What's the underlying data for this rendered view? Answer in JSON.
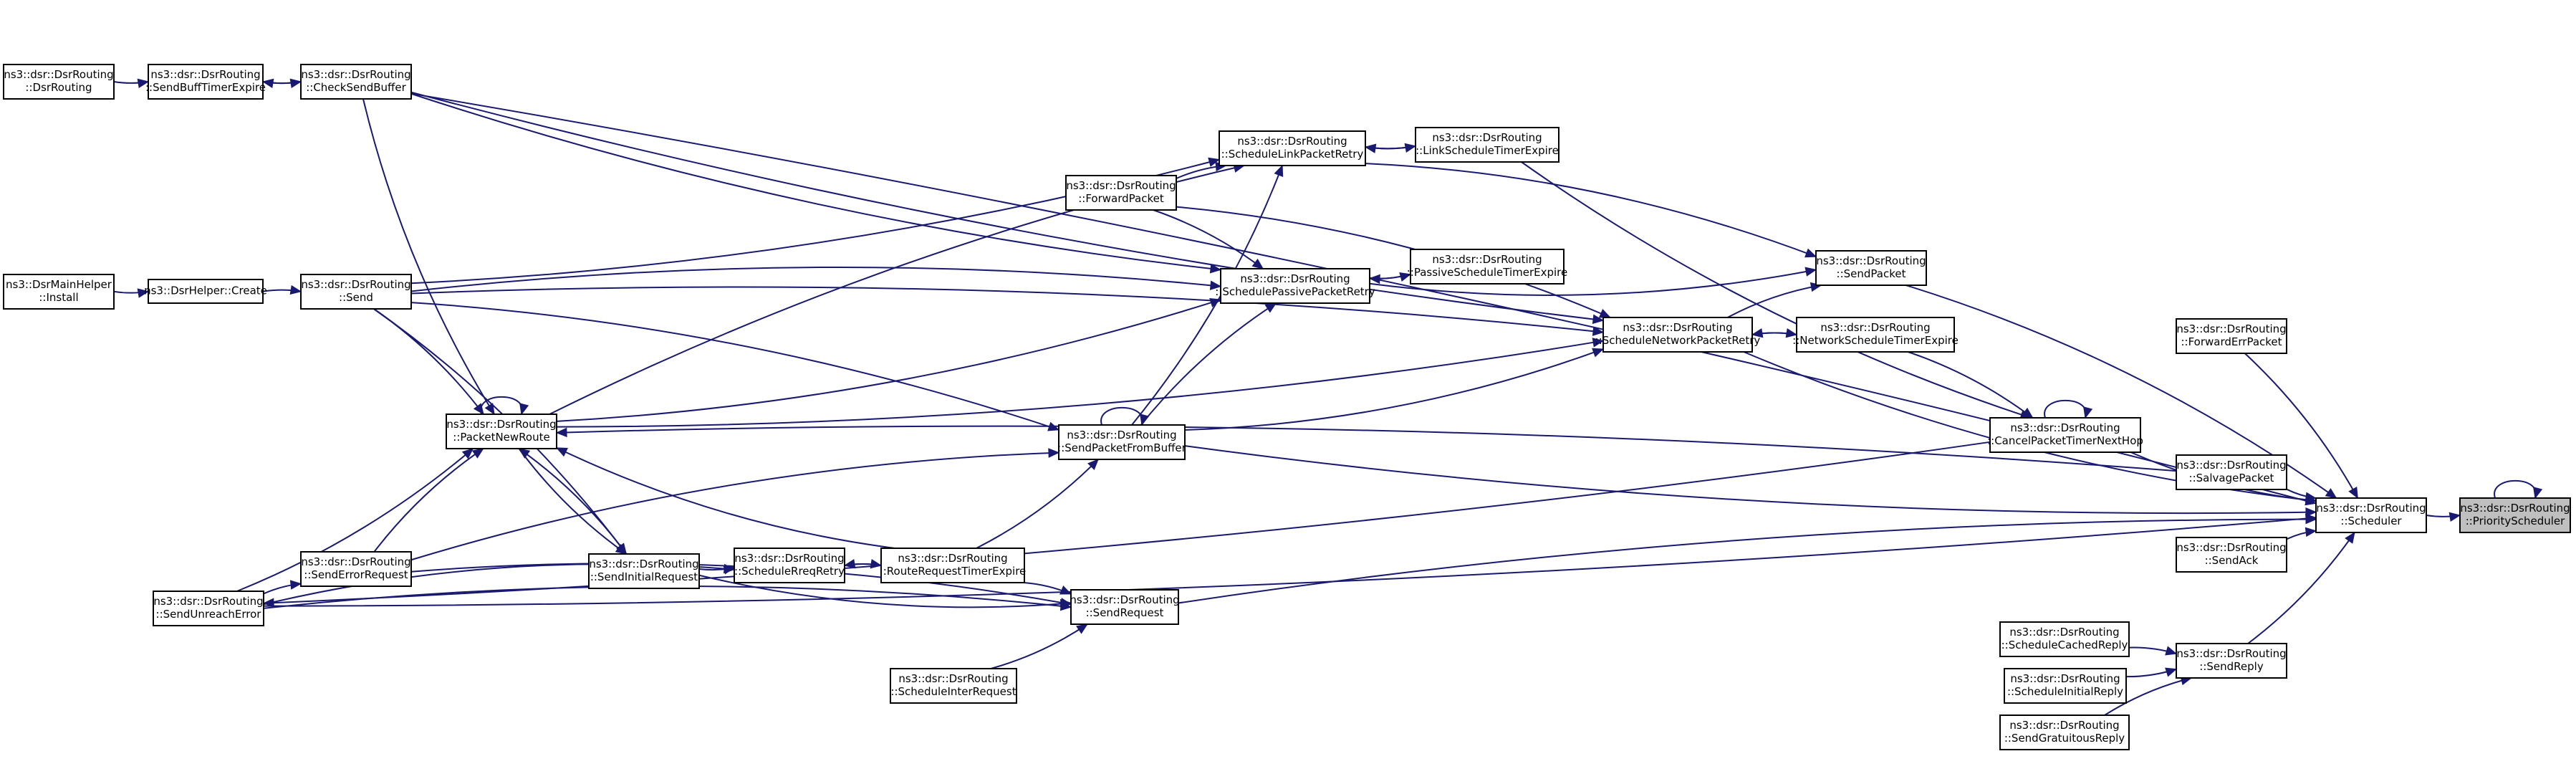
{
  "nodes": {
    "priority_scheduler": [
      "ns3::dsr::DsrRouting",
      "::PriorityScheduler"
    ],
    "scheduler": [
      "ns3::dsr::DsrRouting",
      "::Scheduler"
    ],
    "forward_err_packet": [
      "ns3::dsr::DsrRouting",
      "::ForwardErrPacket"
    ],
    "salvage_packet": [
      "ns3::dsr::DsrRouting",
      "::SalvagePacket"
    ],
    "send_ack": [
      "ns3::dsr::DsrRouting",
      "::SendAck"
    ],
    "send_reply": [
      "ns3::dsr::DsrRouting",
      "::SendReply"
    ],
    "schedule_cached_reply": [
      "ns3::dsr::DsrRouting",
      "::ScheduleCachedReply"
    ],
    "schedule_initial_reply": [
      "ns3::dsr::DsrRouting",
      "::ScheduleInitialReply"
    ],
    "send_gratuitous_reply": [
      "ns3::dsr::DsrRouting",
      "::SendGratuitousReply"
    ],
    "send_packet": [
      "ns3::dsr::DsrRouting",
      "::SendPacket"
    ],
    "cancel_packet_timer_next_hop": [
      "ns3::dsr::DsrRouting",
      "::CancelPacketTimerNextHop"
    ],
    "network_schedule_timer_expire": [
      "ns3::dsr::DsrRouting",
      "::NetworkScheduleTimerExpire"
    ],
    "schedule_network_packet_retry": [
      "ns3::dsr::DsrRouting",
      "::ScheduleNetworkPacketRetry"
    ],
    "link_schedule_timer_expire": [
      "ns3::dsr::DsrRouting",
      "::LinkScheduleTimerExpire"
    ],
    "passive_schedule_timer_expire": [
      "ns3::dsr::DsrRouting",
      "::PassiveScheduleTimerExpire"
    ],
    "schedule_link_packet_retry": [
      "ns3::dsr::DsrRouting",
      "::ScheduleLinkPacketRetry"
    ],
    "schedule_passive_packet_retry": [
      "ns3::dsr::DsrRouting",
      "::SchedulePassivePacketRetry"
    ],
    "forward_packet": [
      "ns3::dsr::DsrRouting",
      "::ForwardPacket"
    ],
    "send_packet_from_buffer": [
      "ns3::dsr::DsrRouting",
      "::SendPacketFromBuffer"
    ],
    "send_request": [
      "ns3::dsr::DsrRouting",
      "::SendRequest"
    ],
    "schedule_inter_request": [
      "ns3::dsr::DsrRouting",
      "::ScheduleInterRequest"
    ],
    "route_request_timer_expire": [
      "ns3::dsr::DsrRouting",
      "::RouteRequestTimerExpire"
    ],
    "schedule_rreq_retry": [
      "ns3::dsr::DsrRouting",
      "::ScheduleRreqRetry"
    ],
    "send_initial_request": [
      "ns3::dsr::DsrRouting",
      "::SendInitialRequest"
    ],
    "packet_new_route": [
      "ns3::dsr::DsrRouting",
      "::PacketNewRoute"
    ],
    "send_error_request": [
      "ns3::dsr::DsrRouting",
      "::SendErrorRequest"
    ],
    "send_unreach_error": [
      "ns3::dsr::DsrRouting",
      "::SendUnreachError"
    ],
    "send": [
      "ns3::dsr::DsrRouting",
      "::Send"
    ],
    "check_send_buffer": [
      "ns3::dsr::DsrRouting",
      "::CheckSendBuffer"
    ],
    "send_buff_timer_expire": [
      "ns3::dsr::DsrRouting",
      "::SendBuffTimerExpire"
    ],
    "dsr_routing_ctor": [
      "ns3::dsr::DsrRouting",
      "::DsrRouting"
    ],
    "dsr_helper_create": [
      "ns3::DsrHelper::Create"
    ],
    "dsr_main_helper_install": [
      "ns3::DsrMainHelper",
      "::Install"
    ]
  },
  "edges": [
    [
      "priority_scheduler",
      "priority_scheduler"
    ],
    [
      "scheduler",
      "priority_scheduler"
    ],
    [
      "forward_err_packet",
      "scheduler"
    ],
    [
      "salvage_packet",
      "scheduler"
    ],
    [
      "send_ack",
      "scheduler"
    ],
    [
      "send_reply",
      "scheduler"
    ],
    [
      "send_packet",
      "scheduler"
    ],
    [
      "cancel_packet_timer_next_hop",
      "scheduler"
    ],
    [
      "check_send_buffer",
      "scheduler"
    ],
    [
      "schedule_network_packet_retry",
      "scheduler"
    ],
    [
      "send_request",
      "scheduler"
    ],
    [
      "send_unreach_error",
      "scheduler"
    ],
    [
      "schedule_cached_reply",
      "send_reply"
    ],
    [
      "schedule_initial_reply",
      "send_reply"
    ],
    [
      "send_gratuitous_reply",
      "send_reply"
    ],
    [
      "cancel_packet_timer_next_hop",
      "cancel_packet_timer_next_hop"
    ],
    [
      "network_schedule_timer_expire",
      "cancel_packet_timer_next_hop"
    ],
    [
      "link_schedule_timer_expire",
      "cancel_packet_timer_next_hop"
    ],
    [
      "schedule_network_packet_retry",
      "send_packet"
    ],
    [
      "schedule_passive_packet_retry",
      "send_packet"
    ],
    [
      "schedule_link_packet_retry",
      "send_packet"
    ],
    [
      "network_schedule_timer_expire",
      "schedule_network_packet_retry"
    ],
    [
      "schedule_network_packet_retry",
      "network_schedule_timer_expire"
    ],
    [
      "send_packet_from_buffer",
      "schedule_network_packet_retry"
    ],
    [
      "send",
      "schedule_network_packet_retry"
    ],
    [
      "packet_new_route",
      "schedule_network_packet_retry"
    ],
    [
      "forward_packet",
      "schedule_network_packet_retry"
    ],
    [
      "check_send_buffer",
      "schedule_network_packet_retry"
    ],
    [
      "link_schedule_timer_expire",
      "schedule_link_packet_retry"
    ],
    [
      "schedule_link_packet_retry",
      "link_schedule_timer_expire"
    ],
    [
      "passive_schedule_timer_expire",
      "schedule_passive_packet_retry"
    ],
    [
      "schedule_passive_packet_retry",
      "passive_schedule_timer_expire"
    ],
    [
      "forward_packet",
      "schedule_passive_packet_retry"
    ],
    [
      "check_send_buffer",
      "schedule_passive_packet_retry"
    ],
    [
      "send",
      "schedule_passive_packet_retry"
    ],
    [
      "packet_new_route",
      "schedule_passive_packet_retry"
    ],
    [
      "send_packet_from_buffer",
      "schedule_passive_packet_retry"
    ],
    [
      "send_packet_from_buffer",
      "schedule_link_packet_retry"
    ],
    [
      "packet_new_route",
      "schedule_link_packet_retry"
    ],
    [
      "send",
      "schedule_link_packet_retry"
    ],
    [
      "forward_packet",
      "schedule_link_packet_retry"
    ],
    [
      "send_packet_from_buffer",
      "send_packet_from_buffer"
    ],
    [
      "send",
      "send_packet_from_buffer"
    ],
    [
      "route_request_timer_expire",
      "send_packet_from_buffer"
    ],
    [
      "send_error_request",
      "send_packet_from_buffer"
    ],
    [
      "salvage_packet",
      "packet_new_route"
    ],
    [
      "cancel_packet_timer_next_hop",
      "send_unreach_error"
    ],
    [
      "send_packet_from_buffer",
      "scheduler"
    ],
    [
      "send_error_request",
      "send_request"
    ],
    [
      "send_initial_request",
      "send_request"
    ],
    [
      "route_request_timer_expire",
      "send_request"
    ],
    [
      "schedule_inter_request",
      "send_request"
    ],
    [
      "send_unreach_error",
      "send_request"
    ],
    [
      "route_request_timer_expire",
      "schedule_rreq_retry"
    ],
    [
      "schedule_rreq_retry",
      "route_request_timer_expire"
    ],
    [
      "send_initial_request",
      "schedule_rreq_retry"
    ],
    [
      "send_unreach_error",
      "schedule_rreq_retry"
    ],
    [
      "packet_new_route",
      "send_initial_request"
    ],
    [
      "send",
      "send_initial_request"
    ],
    [
      "send_initial_request",
      "packet_new_route"
    ],
    [
      "route_request_timer_expire",
      "packet_new_route"
    ],
    [
      "packet_new_route",
      "packet_new_route"
    ],
    [
      "send",
      "packet_new_route"
    ],
    [
      "check_send_buffer",
      "packet_new_route"
    ],
    [
      "send_error_request",
      "packet_new_route"
    ],
    [
      "send_unreach_error",
      "packet_new_route"
    ],
    [
      "send_unreach_error",
      "send_error_request"
    ],
    [
      "send_buff_timer_expire",
      "check_send_buffer"
    ],
    [
      "check_send_buffer",
      "send_buff_timer_expire"
    ],
    [
      "dsr_routing_ctor",
      "send_buff_timer_expire"
    ],
    [
      "dsr_helper_create",
      "send"
    ],
    [
      "dsr_main_helper_install",
      "dsr_helper_create"
    ]
  ],
  "colors": {
    "edge": "#191970",
    "node_border": "#000000",
    "focus_fill": "#bfbfbf"
  }
}
